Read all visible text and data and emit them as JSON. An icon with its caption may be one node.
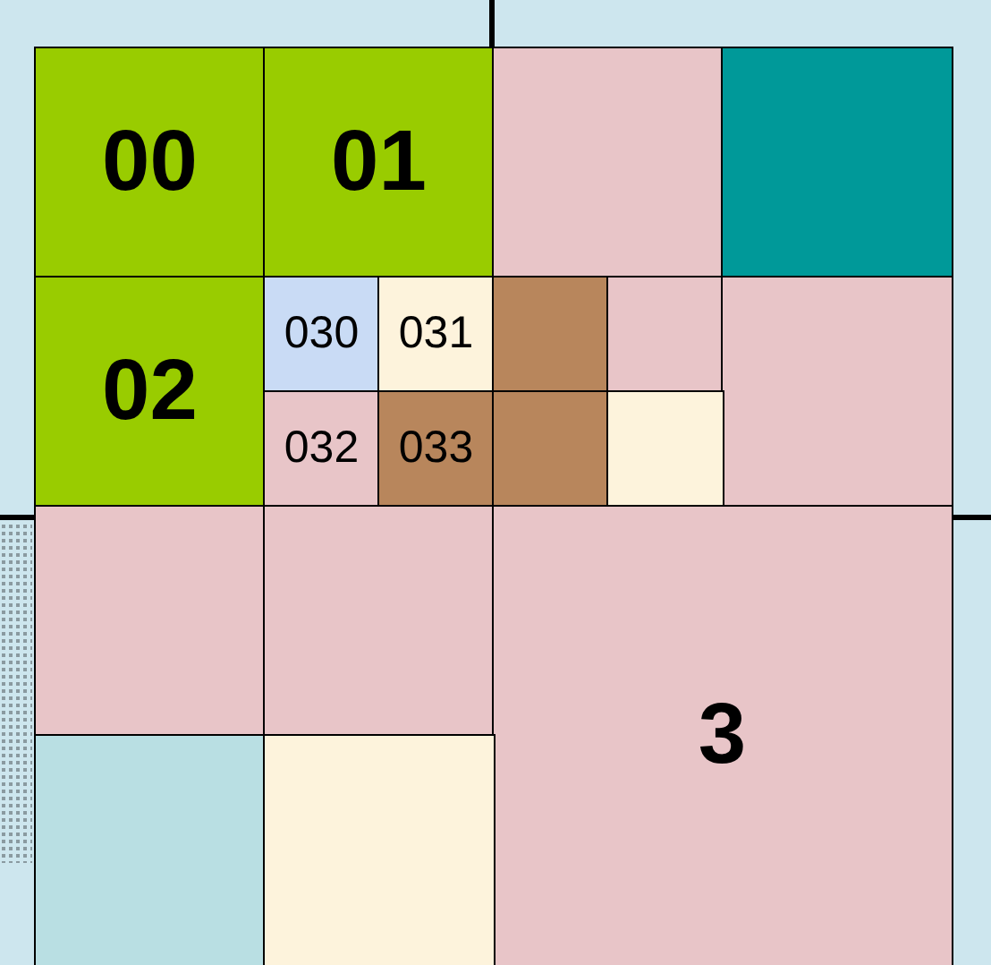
{
  "diagram": {
    "nodes": [
      {
        "text": [
          "00"
        ]
      },
      {
        "text": [
          "01"
        ]
      },
      {
        "text": [],
        "shape": "box"
      },
      {
        "text": [],
        "shape": "box"
      },
      {
        "text": [
          "02"
        ]
      },
      {
        "text": [
          "030"
        ]
      },
      {
        "text": [
          "031"
        ]
      },
      {
        "text": [],
        "shape": "box"
      },
      {
        "text": [],
        "shape": "box"
      },
      {
        "text": [],
        "shape": "box"
      },
      {
        "text": [
          "032"
        ]
      },
      {
        "text": [
          "033"
        ]
      },
      {
        "text": [],
        "shape": "box"
      },
      {
        "text": [],
        "shape": "box"
      },
      {
        "text": [],
        "shape": "box"
      },
      {
        "text": [],
        "shape": "box"
      },
      {
        "text": [
          "3"
        ]
      },
      {
        "text": [],
        "shape": "box"
      },
      {
        "text": [],
        "shape": "box"
      }
    ]
  }
}
